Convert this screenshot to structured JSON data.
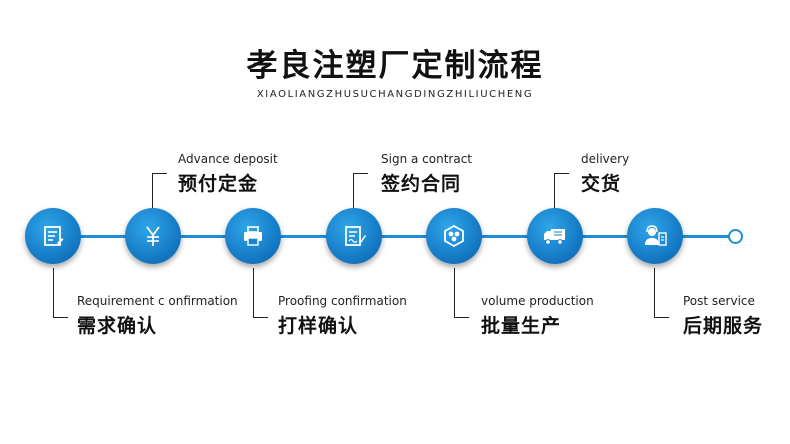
{
  "title": "孝良注塑厂定制流程",
  "subtitle": "XIAOLIANGZHUSUCHANGDINGZHILIUCHENG",
  "colors": {
    "accent": "#1e8fd6",
    "node": "#1478c4"
  },
  "steps": [
    {
      "en": "Requirement  c onfirmation",
      "zh": "需求确认",
      "icon": "document-edit-icon",
      "position": "below"
    },
    {
      "en": "Advance deposit",
      "zh": "预付定金",
      "icon": "yuan-icon",
      "position": "above"
    },
    {
      "en": "Proofing confirmation",
      "zh": "打样确认",
      "icon": "printer-icon",
      "position": "below"
    },
    {
      "en": "Sign a contract",
      "zh": "签约合同",
      "icon": "contract-sign-icon",
      "position": "above"
    },
    {
      "en": "volume production",
      "zh": "批量生产",
      "icon": "production-hexagon-icon",
      "position": "below"
    },
    {
      "en": "delivery",
      "zh": "交货",
      "icon": "truck-icon",
      "position": "above"
    },
    {
      "en": "Post service",
      "zh": "后期服务",
      "icon": "customer-service-icon",
      "position": "below"
    }
  ]
}
